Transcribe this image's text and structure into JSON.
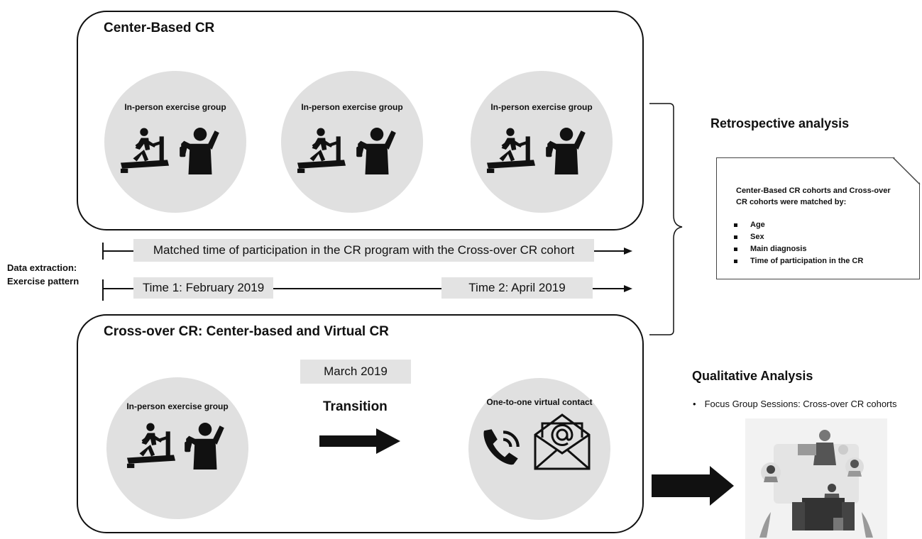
{
  "center_panel": {
    "title": "Center-Based CR",
    "groups": [
      {
        "label": "In-person exercise group",
        "icons": [
          "treadmill-runner-icon",
          "raised-hand-person-icon"
        ]
      },
      {
        "label": "In-person exercise group",
        "icons": [
          "treadmill-runner-icon",
          "raised-hand-person-icon"
        ]
      },
      {
        "label": "In-person exercise group",
        "icons": [
          "treadmill-runner-icon",
          "raised-hand-person-icon"
        ]
      }
    ]
  },
  "timeline": {
    "side_label_line1": "Data extraction:",
    "side_label_line2": "Exercise pattern",
    "matched_text": "Matched time of participation in the CR program with the Cross-over CR cohort",
    "time1": "Time 1: February 2019",
    "time2": "Time 2: April 2019"
  },
  "crossover_panel": {
    "title": "Cross-over CR: Center-based and Virtual CR",
    "group_label": "In-person exercise group",
    "date": "March 2019",
    "transition": "Transition",
    "virtual_label": "One-to-one virtual contact",
    "virtual_icons": [
      "phone-call-icon",
      "email-envelope-icon"
    ]
  },
  "retrospective": {
    "heading": "Retrospective analysis",
    "note_title_line1": "Center-Based CR cohorts and Cross-over",
    "note_title_line2": "CR cohorts were matched by:",
    "criteria": [
      "Age",
      "Sex",
      "Main diagnosis",
      "Time of participation in the CR"
    ]
  },
  "qualitative": {
    "heading": "Qualitative Analysis",
    "bullet": "Focus Group Sessions: Cross-over CR cohorts",
    "illustration": "virtual-focus-group-illustration"
  },
  "colors": {
    "circle_fill": "#e0e0e0",
    "box_fill": "#e3e3e3",
    "line": "#111111"
  }
}
